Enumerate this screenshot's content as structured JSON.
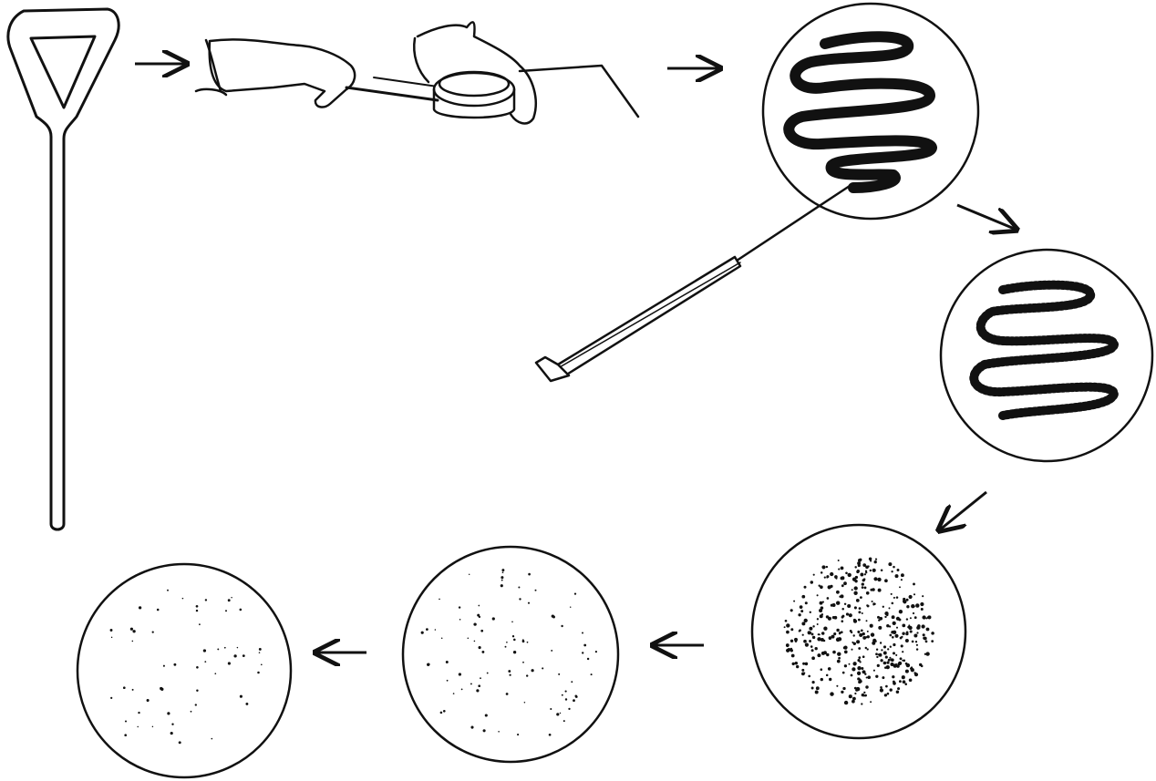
{
  "diagram": {
    "kind": "illustration",
    "subject_steps": [
      "spreader-tool",
      "hand-holding-petri-dish",
      "streaked-plate-with-pipette",
      "diluted-streak-plate",
      "dense-colony-plate",
      "sparse-colony-plate",
      "sparser-colony-plate"
    ],
    "colors": {
      "ink": "#111111",
      "background": "#ffffff",
      "skin": "#ffffff"
    },
    "icons": [
      "arrow-right-icon",
      "arrow-down-right-icon",
      "arrow-down-left-icon",
      "arrow-left-icon"
    ]
  }
}
